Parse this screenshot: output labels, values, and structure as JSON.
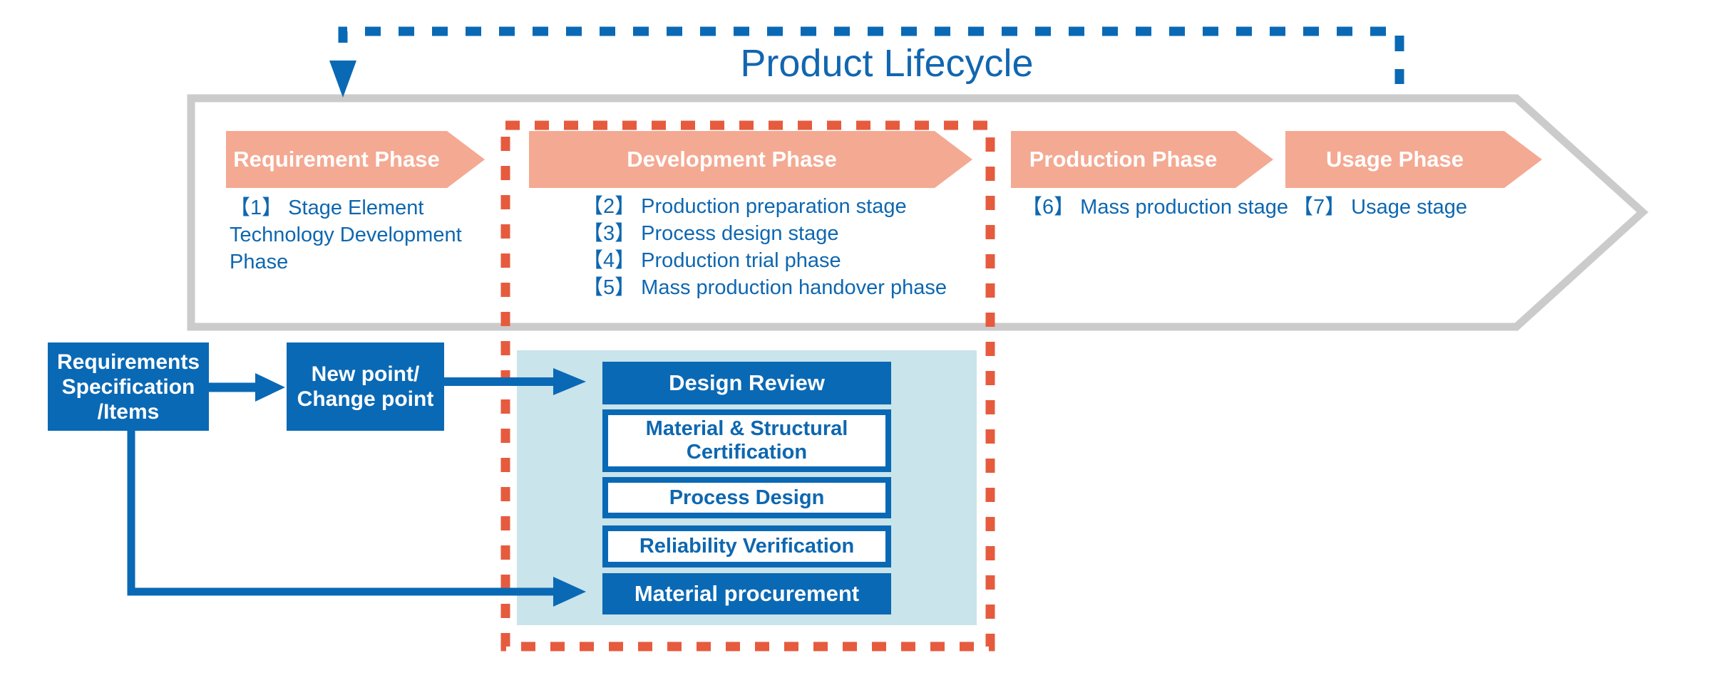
{
  "title": "Product Lifecycle",
  "colors": {
    "blue": "#0a69b5",
    "blue_text": "#0e67b0",
    "title_blue": "#1166b0",
    "salmon": "#f4a992",
    "teal_panel": "#c9e4ea",
    "red_dash": "#e65b3e",
    "gray_outline": "#cbcbcb"
  },
  "lifecycle": {
    "phases": [
      {
        "label": "Requirement Phase",
        "items": [
          "【1】 Stage Element",
          "Technology Development",
          "Phase"
        ]
      },
      {
        "label": "Development Phase",
        "items": [
          "【2】 Production preparation stage",
          "【3】 Process design stage",
          "【4】 Production trial phase",
          "【5】 Mass production handover phase"
        ]
      },
      {
        "label": "Production Phase",
        "items": [
          "【6】 Mass production stage"
        ]
      },
      {
        "label": "Usage Phase",
        "items": [
          "【7】 Usage stage"
        ]
      }
    ]
  },
  "flow": {
    "requirements_box": {
      "lines": [
        "Requirements",
        "Specification",
        "/Items"
      ]
    },
    "change_box": {
      "lines": [
        "New point/",
        "Change point"
      ]
    },
    "process_boxes": {
      "design_review": "Design Review",
      "material_structural": [
        "Material & Structural",
        "Certification"
      ],
      "process_design": "Process Design",
      "reliability_verification": "Reliability Verification",
      "material_procurement": "Material procurement"
    }
  }
}
